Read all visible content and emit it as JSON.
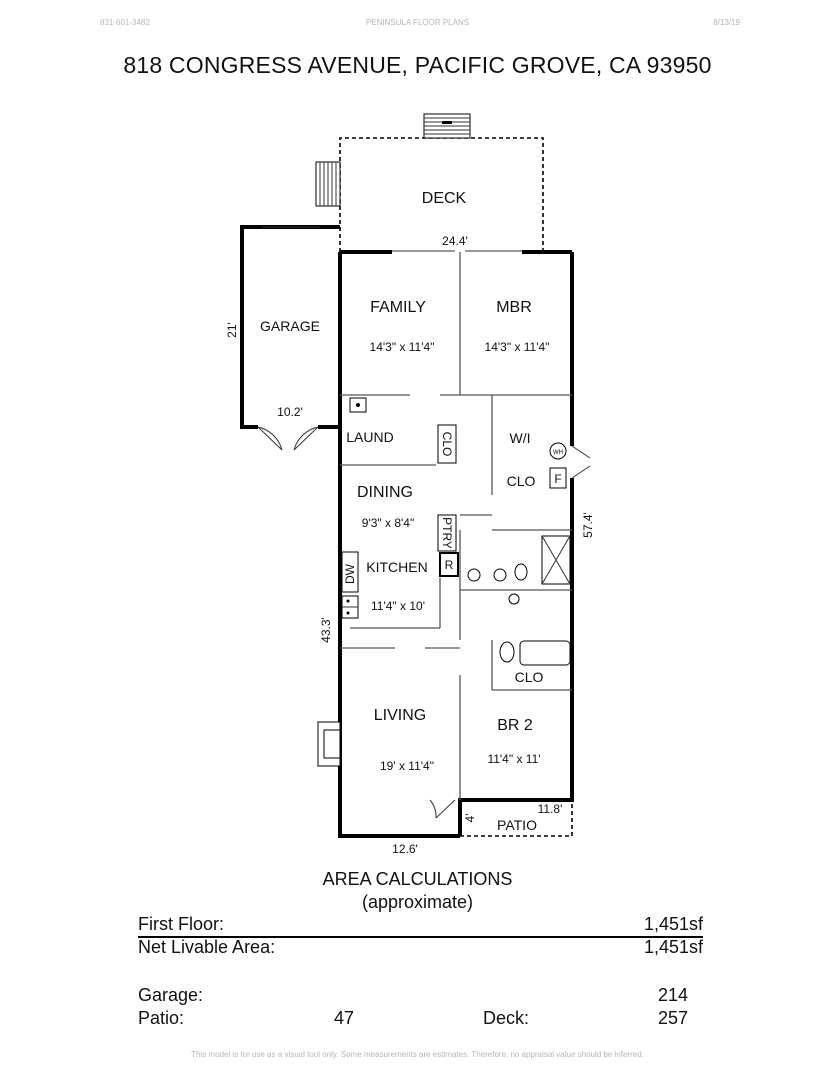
{
  "header": {
    "phone": "831-601-3482",
    "company": "PENINSULA FLOOR PLANS",
    "date": "8/13/19"
  },
  "title": "818 CONGRESS AVENUE, PACIFIC GROVE, CA  93950",
  "rooms": {
    "deck": "DECK",
    "garage": "GARAGE",
    "family": "FAMILY",
    "family_dims": "14'3\" x 11'4\"",
    "mbr": "MBR",
    "mbr_dims": "14'3\" x 11'4\"",
    "laund": "LAUND",
    "wi": "W/I",
    "clo": "CLO",
    "dining": "DINING",
    "dining_dims": "9'3\" x 8'4\"",
    "kitchen": "KITCHEN",
    "kitchen_dims": "11'4\" x 10'",
    "living": "LIVING",
    "living_dims": "19' x 11'4\"",
    "br2": "BR 2",
    "br2_dims": "11'4\" x 11'",
    "patio": "PATIO"
  },
  "fixtures": {
    "clo_vertical": "CLO",
    "ptry": "PTRY",
    "fridge": "R",
    "dishwasher": "DW",
    "furnace": "F",
    "water_heater": "WH",
    "bath_clo": "CLO"
  },
  "dimensions": {
    "deck_width": "24.4'",
    "garage_depth": "21'",
    "garage_width": "10.2'",
    "house_depth": "57.4'",
    "left_depth": "43.3'",
    "house_width": "12.6'",
    "patio_width": "11.8'",
    "patio_depth": "4'"
  },
  "area": {
    "title": "AREA CALCULATIONS",
    "subtitle": "(approximate)",
    "first_floor_label": "First  Floor:",
    "first_floor_value": "1,451sf",
    "net_label": "Net Livable Area:",
    "net_value": "1,451sf",
    "garage_label": "Garage:",
    "garage_value": "214",
    "patio_label": "Patio:",
    "patio_value": "47",
    "deck_label": "Deck:",
    "deck_value": "257"
  },
  "footer": "This model is for use as a visual tool only.  Some measurements are estimates.  Therefore, no appraisal value should be inferred."
}
